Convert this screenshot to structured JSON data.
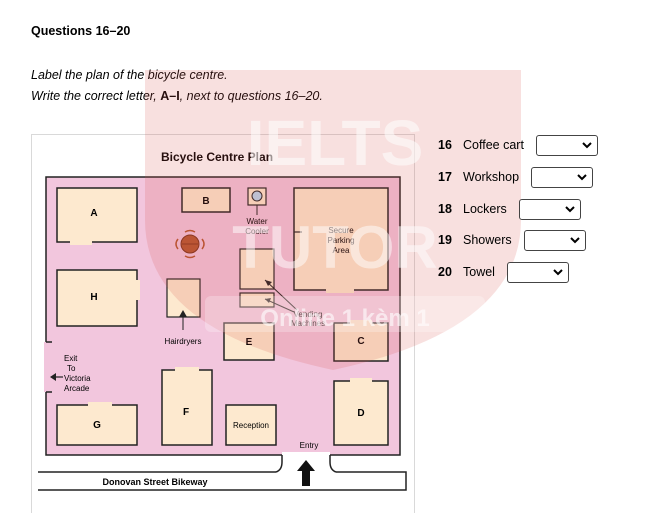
{
  "header": {
    "title": "Questions 16–20",
    "instruction_line1": "Label the plan of the bicycle centre.",
    "instruction_line2_pre": "Write the correct letter, ",
    "instruction_line2_bold": "A–I",
    "instruction_line2_post": ", next to questions 16–20."
  },
  "watermark": {
    "line1": "IELTS",
    "line2": "TUTOR",
    "line3": "Online 1 kèm 1",
    "color": "#d9534f"
  },
  "plan": {
    "title": "Bicycle Centre Plan",
    "floor_color": "#f2c6dd",
    "room_color": "#fde9cf",
    "rooms": {
      "A": "A",
      "B": "B",
      "C": "C",
      "D": "D",
      "E": "E",
      "F": "F",
      "G": "G",
      "H": "H"
    },
    "labels": {
      "water_cooler_1": "Water",
      "water_cooler_2": "Cooler",
      "secure_1": "Secure",
      "secure_2": "Parking",
      "secure_3": "Area",
      "vending_1": "Vending",
      "vending_2": "Machines",
      "hairdryers": "Hairdryers",
      "exit_1": "Exit",
      "exit_2": "To",
      "exit_3": "Victoria",
      "exit_4": "Arcade",
      "reception": "Reception",
      "entry": "Entry",
      "bikeway": "Donovan Street Bikeway"
    }
  },
  "questions": [
    {
      "number": "16",
      "label": "Coffee cart",
      "selected": ""
    },
    {
      "number": "17",
      "label": "Workshop",
      "selected": ""
    },
    {
      "number": "18",
      "label": "Lockers",
      "selected": ""
    },
    {
      "number": "19",
      "label": "Showers",
      "selected": ""
    },
    {
      "number": "20",
      "label": "Towel",
      "selected": ""
    }
  ]
}
